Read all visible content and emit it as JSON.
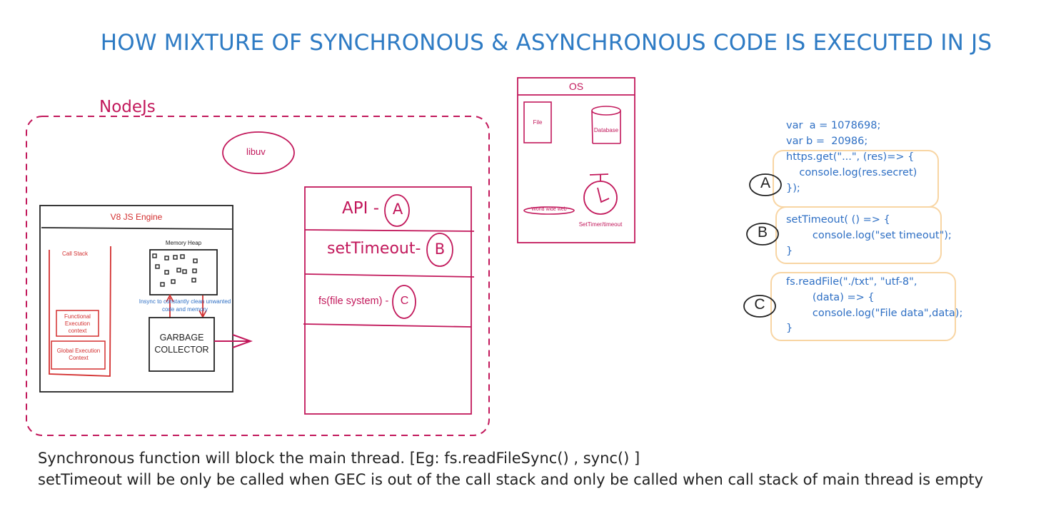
{
  "title": "HOW MIXTURE OF SYNCHRONOUS & ASYNCHRONOUS CODE IS EXECUTED IN JS",
  "nodejs": {
    "label": "NodeJs",
    "libuv": "libuv",
    "v8": {
      "label": "V8 JS Engine",
      "call_stack": "Call Stack",
      "functional_context": "Functional Execution context",
      "global_context": "Global Execution Context",
      "memory_heap": "Memory Heap",
      "gc_note": "Insync to constantly clean unwanted code and memory",
      "garbage_collector_line1": "GARBAGE",
      "garbage_collector_line2": "COLLECTOR"
    },
    "apis": {
      "row_a": "API -",
      "row_a_letter": "A",
      "row_b": "setTimeout-",
      "row_b_letter": "B",
      "row_c": "fs(file system) -",
      "row_c_letter": "C"
    }
  },
  "os": {
    "label": "OS",
    "file": "File",
    "database": "Database",
    "web": "World wide web",
    "timer": "SetTimer/timeout"
  },
  "code": {
    "line1": "var  a = 1078698;",
    "line2": "var b =  20986;",
    "block_a": {
      "marker": "A",
      "text": "https.get(\"...\", (res)=> {\n    console.log(res.secret)\n});"
    },
    "block_b": {
      "marker": "B",
      "text": "setTimeout( () => {\n        console.log(\"set timeout\");\n}"
    },
    "block_c": {
      "marker": "C",
      "text": "fs.readFile(\"./txt\", \"utf-8\",\n        (data) => {\n        console.log(\"File data\",data);\n}"
    }
  },
  "notes": {
    "line1": "Synchronous function will block the main thread. [Eg: fs.readFileSync() , sync() ]",
    "line2": "setTimeout will be only be called when GEC is out of the call stack and only be called when call stack of main thread is empty"
  },
  "colors": {
    "title": "#2e7bc4",
    "diagram": "#c2185b",
    "code": "#2e6fc4",
    "code_box": "#f8d5a3",
    "engine": "#222222"
  }
}
